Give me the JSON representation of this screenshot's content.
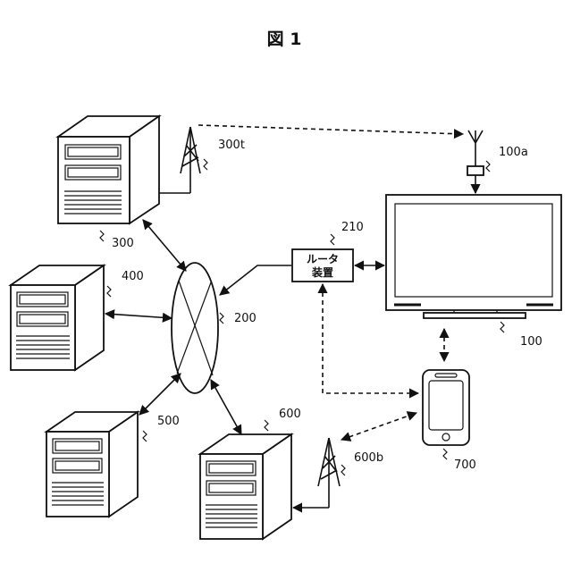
{
  "figure": {
    "title": "図 1"
  },
  "nodes": {
    "server_300": {
      "ref": "300"
    },
    "antenna_300t": {
      "ref": "300t"
    },
    "server_400": {
      "ref": "400"
    },
    "server_500": {
      "ref": "500"
    },
    "server_600": {
      "ref": "600"
    },
    "antenna_600b": {
      "ref": "600b"
    },
    "network_200": {
      "ref": "200"
    },
    "router_210": {
      "ref": "210",
      "line1": "ルータ",
      "line2": "装置"
    },
    "tv_100": {
      "ref": "100"
    },
    "tv_antenna_100a": {
      "ref": "100a"
    },
    "smartphone_700": {
      "ref": "700"
    }
  }
}
